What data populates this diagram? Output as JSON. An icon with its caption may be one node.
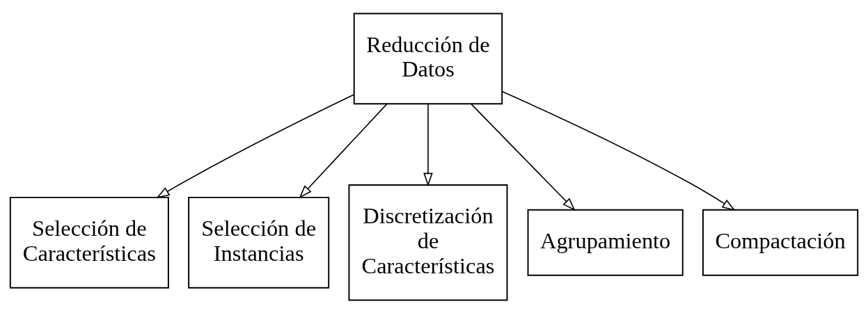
{
  "diagram": {
    "nodes": [
      {
        "text": [
          "Reducción de Datos"
        ]
      },
      {
        "text": [
          "Selección de Características"
        ]
      },
      {
        "text": [
          "Selección de Instancias"
        ]
      },
      {
        "text": [
          "Discretización de Características"
        ]
      },
      {
        "text": [
          "Agrupamiento"
        ]
      },
      {
        "text": [
          "Compactación"
        ]
      }
    ],
    "edges": [
      {
        "from": 0,
        "to": 1,
        "arrow": "to"
      },
      {
        "from": 0,
        "to": 2,
        "arrow": "to"
      },
      {
        "from": 0,
        "to": 3,
        "arrow": "to"
      },
      {
        "from": 0,
        "to": 4,
        "arrow": "to"
      },
      {
        "from": 0,
        "to": 5,
        "arrow": "to"
      }
    ]
  }
}
